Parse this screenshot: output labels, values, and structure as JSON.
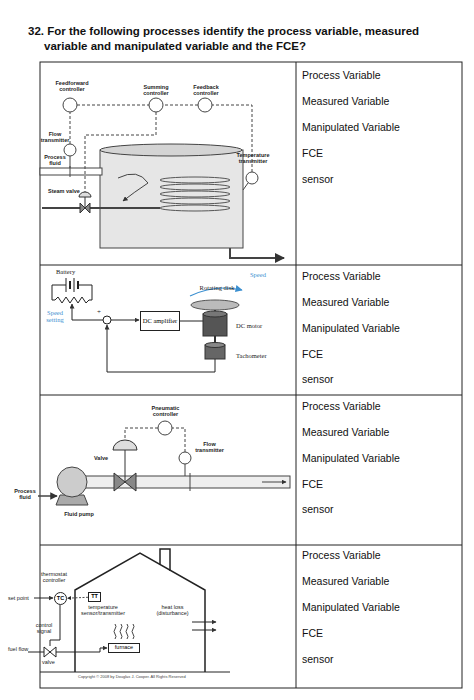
{
  "diagram": {
    "title": "32. For the following processes identify the process variable, measured variable and manipulated variable and the FCE?",
    "nodes": [
      {
        "text": [
          "DC amplifier"
        ]
      },
      {
        "text": [
          "TC"
        ]
      },
      {
        "text": [
          "TT"
        ]
      },
      {
        "text": [
          "furnace"
        ]
      }
    ],
    "edges": [
      {
        "from": 2,
        "to": 1,
        "arrow": "to"
      }
    ],
    "labels": [
      "Feedforward controller",
      "Summing controller",
      "Feedback controller",
      "Flow transmitter",
      "Process fluid",
      "Steam valve",
      "Temperature transmitter",
      "Battery",
      "Speed setting",
      "+",
      "Rotating disk",
      "Speed",
      "DC motor",
      "Tachometer",
      "Pneumatic controller",
      "Valve",
      "Flow transmitter",
      "Process fluid",
      "Fluid pump",
      "thermostat controller",
      "set point",
      "temperature sensor/transmitter",
      "heat loss (disturbance)",
      "control signal",
      "fuel flow",
      "valve",
      "Copyright © 2008 by Douglas J. Cooper. All Rights Reserved",
      "Process Variable",
      "Measured Variable",
      "Manipulated Variable",
      "FCE",
      "sensor",
      "Process Variable",
      "Measured Variable",
      "Manipulated Variable",
      "FCE",
      "sensor",
      "Process Variable",
      "Measured Variable",
      "Manipulated Variable",
      "FCE",
      "sensor",
      "Process Variable",
      "Measured Variable",
      "Manipulated Variable",
      "FCE",
      "sensor"
    ]
  }
}
